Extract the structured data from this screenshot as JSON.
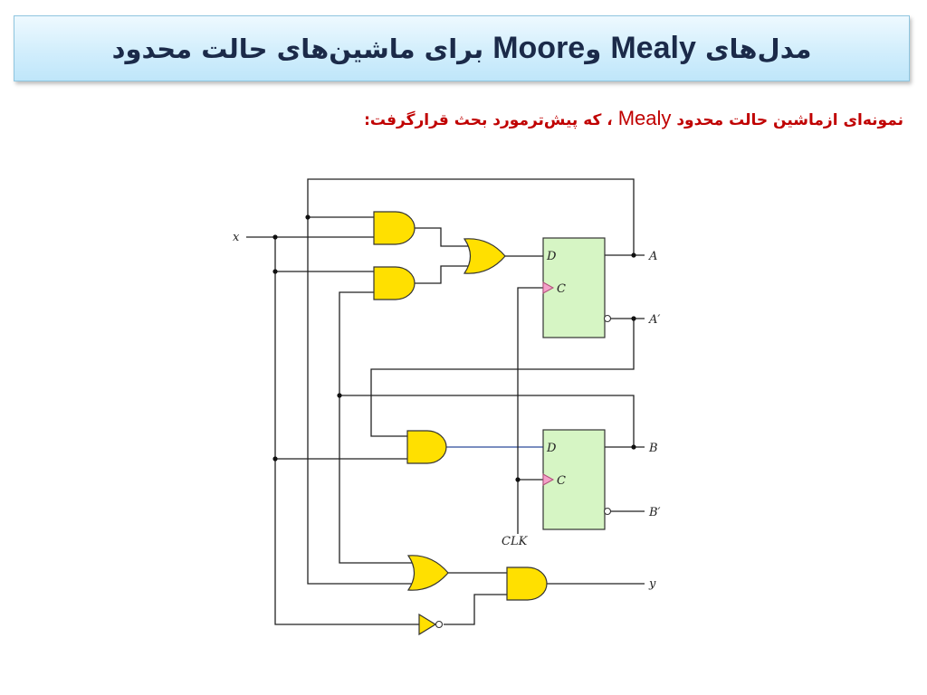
{
  "title": {
    "part1": "مدل‌های",
    "mealy": "Mealy",
    "conj": "و",
    "moore": "Moore",
    "part2": "برای ماشین‌های حالت محدود"
  },
  "subtitle": {
    "part1": "نمونه‌ای ازماشین حالت محدود",
    "mealy": "Mealy",
    "part2": "، که پیش‌ترمورد بحث قرارگرفت:"
  },
  "diagram": {
    "input_label": "x",
    "ff_labels": {
      "d": "D",
      "c": "C"
    },
    "outputs": {
      "a": "A",
      "a_prime": "A′",
      "b": "B",
      "b_prime": "B′",
      "y": "y"
    },
    "clock_label": "CLK",
    "colors": {
      "gate_fill": "#ffe000",
      "flipflop_fill": "#d6f5c4",
      "clock_marker": "#f4a0c8",
      "title_text": "#1b2a49",
      "subtitle_text": "#c00000",
      "highlight_wire": "#2b4a9a"
    }
  }
}
